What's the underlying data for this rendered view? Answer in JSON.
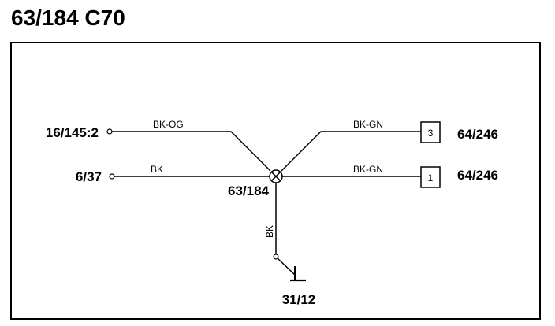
{
  "title": "63/184 C70",
  "wiring": {
    "left_top_connector": "16/145:2",
    "left_top_wire": "BK-OG",
    "left_bottom_connector": "6/37",
    "left_bottom_wire": "BK",
    "splice_label": "63/184",
    "right_top_wire": "BK-GN",
    "right_top_pin": "3",
    "right_top_connector": "64/246",
    "right_bottom_wire": "BK-GN",
    "right_bottom_pin": "1",
    "right_bottom_connector": "64/246",
    "down_wire": "BK",
    "ground_connector": "31/12"
  }
}
